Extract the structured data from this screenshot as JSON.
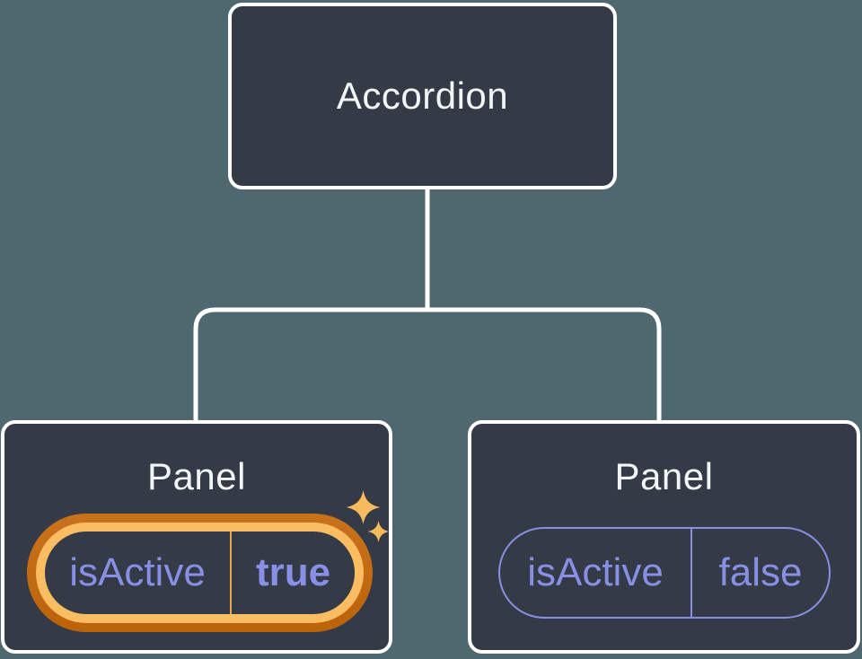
{
  "tree": {
    "root": {
      "label": "Accordion"
    },
    "children": [
      {
        "label": "Panel",
        "state": {
          "name": "isActive",
          "value": "true"
        },
        "highlighted": true
      },
      {
        "label": "Panel",
        "state": {
          "name": "isActive",
          "value": "false"
        },
        "highlighted": false
      }
    ]
  },
  "icons": {
    "sparkles": "sparkles-icon"
  },
  "colors": {
    "background": "#4f676e",
    "node_fill": "#343a46",
    "node_border": "#ffffff",
    "node_text": "#f3f4f6",
    "connector": "#ffffff",
    "state_purple": "#8790e6",
    "highlight_ring_dark": "#c26c14",
    "highlight_ring_light": "#fabd62",
    "highlight_divider": "#eda64a",
    "sparkle": "#f6ba5f"
  }
}
